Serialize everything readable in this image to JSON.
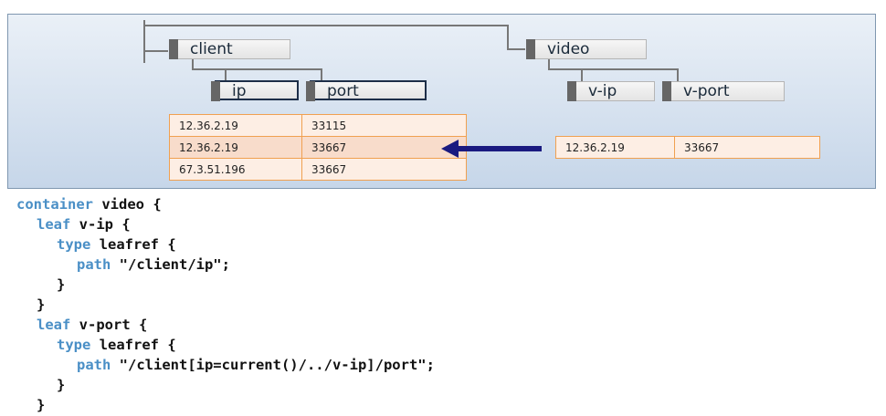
{
  "tree": {
    "client": "client",
    "ip": "ip",
    "port": "port",
    "video": "video",
    "v_ip": "v-ip",
    "v_port": "v-port"
  },
  "client_table": [
    [
      "12.36.2.19",
      "33115"
    ],
    [
      "12.36.2.19",
      "33667"
    ],
    [
      "67.3.51.196",
      "33667"
    ]
  ],
  "video_table": [
    [
      "12.36.2.19",
      "33667"
    ]
  ],
  "colors": {
    "keyword": "#4a8fc6",
    "arrow": "#1a1a80",
    "table_border": "#f0a050"
  },
  "code": [
    {
      "indent": 0,
      "kw": "container",
      "rest": " video {"
    },
    {
      "indent": 1,
      "kw": "leaf",
      "rest": " v-ip {"
    },
    {
      "indent": 2,
      "kw": "type",
      "rest": " leafref {"
    },
    {
      "indent": 3,
      "kw": "path",
      "rest": " \"/client/ip\";"
    },
    {
      "indent": 2,
      "kw": "",
      "rest": "}"
    },
    {
      "indent": 1,
      "kw": "",
      "rest": "}"
    },
    {
      "indent": 1,
      "kw": "leaf",
      "rest": " v-port {"
    },
    {
      "indent": 2,
      "kw": "type",
      "rest": " leafref {"
    },
    {
      "indent": 3,
      "kw": "path",
      "rest": " \"/client[ip=current()/../v-ip]/port\";"
    },
    {
      "indent": 2,
      "kw": "",
      "rest": "}"
    },
    {
      "indent": 1,
      "kw": "",
      "rest": "}"
    }
  ]
}
